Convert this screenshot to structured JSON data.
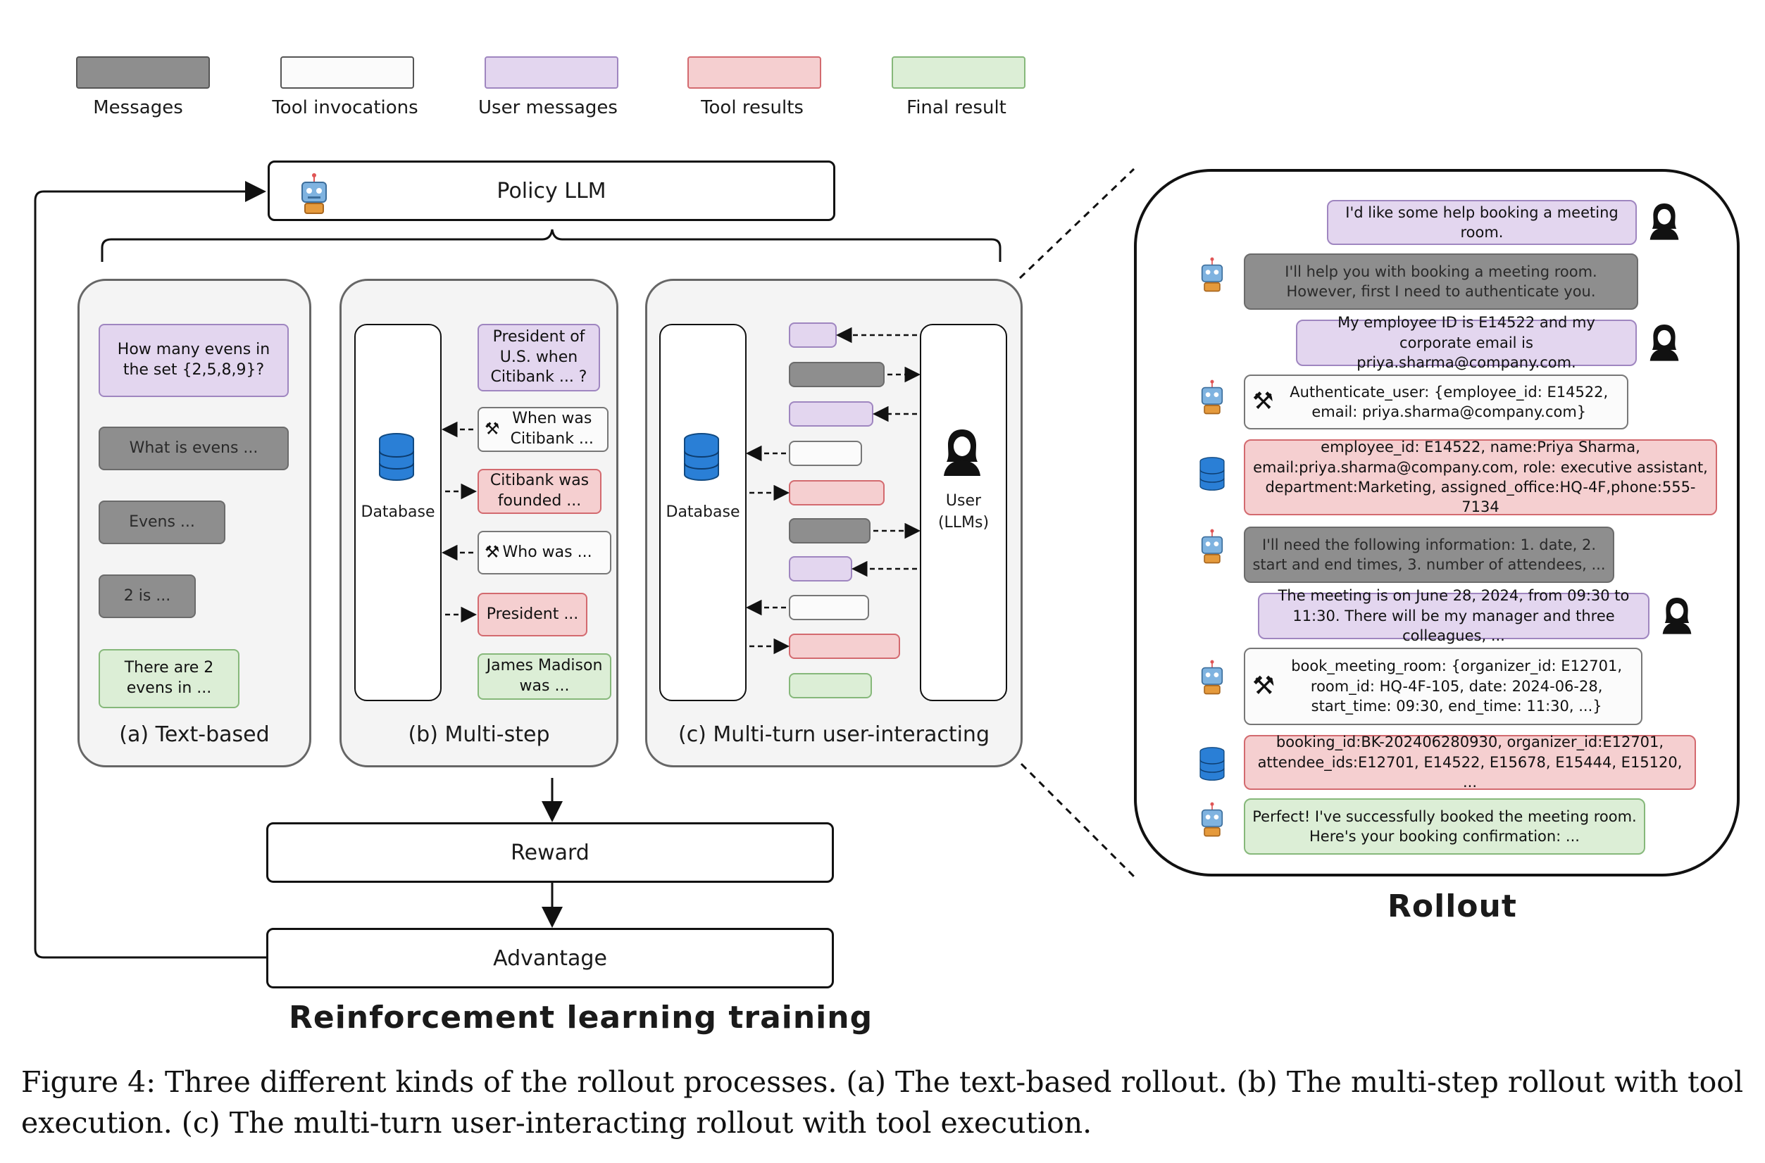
{
  "legend": [
    {
      "label": "Messages",
      "color": "#8e8e8e"
    },
    {
      "label": "Tool invocations",
      "color": "#fbfbfb"
    },
    {
      "label": "User messages",
      "color": "#e3d6ef"
    },
    {
      "label": "Tool results",
      "color": "#f5cfd0"
    },
    {
      "label": "Final result",
      "color": "#dceed6"
    }
  ],
  "policy_label": "Policy LLM",
  "reward_label": "Reward",
  "advantage_label": "Advantage",
  "rl_title": "Reinforcement learning training",
  "panel_a": {
    "caption": "(a) Text-based",
    "question": "How many evens in the set {2,5,8,9}?",
    "msg1": "What is evens ...",
    "msg2": "Evens ...",
    "msg3": "2 is ...",
    "final": "There are 2 evens in ..."
  },
  "panel_b": {
    "caption": "(b) Multi-step",
    "database": "Database",
    "question": "President of U.S. when Citibank ... ?",
    "tool1": "When was Citibank ...",
    "result1": "Citibank was founded ...",
    "tool2": "Who was ...",
    "result2": "President ...",
    "final": "James Madison was ..."
  },
  "panel_c": {
    "caption": "(c) Multi-turn user-interacting",
    "database": "Database",
    "user": "User (LLMs)"
  },
  "rollout": {
    "title": "Rollout",
    "m1": "I'd like some help booking a meeting room.",
    "m2": "I'll help you with booking a meeting room. However, first I need to authenticate you.",
    "m3": "My employee ID is E14522 and my corporate email is priya.sharma@company.com.",
    "m4": "Authenticate_user: {employee_id: E14522, email: priya.sharma@company.com}",
    "m5": "employee_id: E14522, name:Priya Sharma, email:priya.sharma@company.com, role: executive assistant, department:Marketing, assigned_office:HQ-4F,phone:555-7134",
    "m6": "I'll need the following information: 1. date, 2. start and end times, 3. number of attendees, ...",
    "m7": "The meeting is on June 28, 2024, from 09:30 to 11:30. There will be my manager and three colleagues, ...",
    "m8": "book_meeting_room: {organizer_id: E12701, room_id: HQ-4F-105, date: 2024-06-28, start_time: 09:30, end_time: 11:30, ...}",
    "m9": "booking_id:BK-202406280930, organizer_id:E12701, attendee_ids:E12701, E14522, E15678, E15444, E15120, ...",
    "m10": "Perfect! I've successfully booked the meeting room. Here's your booking confirmation: ..."
  },
  "caption": "Figure 4: Three different kinds of the rollout processes. (a) The text-based rollout. (b) The multi-step rollout with tool execution. (c) The multi-turn user-interacting rollout with tool execution."
}
